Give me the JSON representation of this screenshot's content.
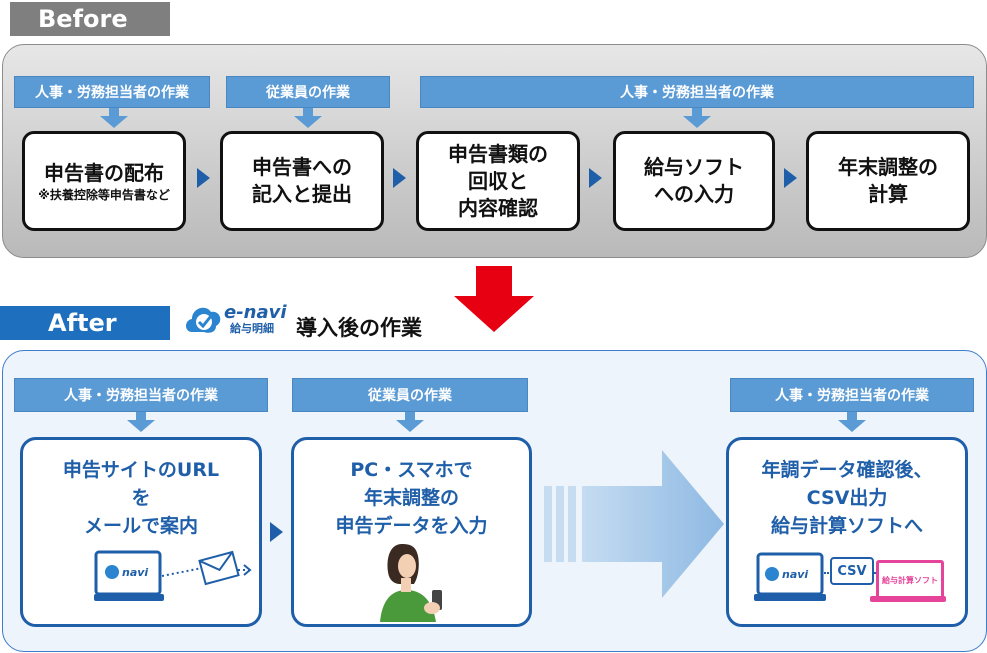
{
  "before": {
    "tab": "Before",
    "roles": [
      "人事・労務担当者の作業",
      "従業員の作業",
      "人事・労務担当者の作業"
    ],
    "steps": [
      {
        "lines": [
          "申告書の配布"
        ],
        "note": "※扶養控除等申告書など"
      },
      {
        "lines": [
          "申告書への",
          "記入と提出"
        ]
      },
      {
        "lines": [
          "申告書類の",
          "回収と",
          "内容確認"
        ]
      },
      {
        "lines": [
          "給与ソフト",
          "への入力"
        ]
      },
      {
        "lines": [
          "年末調整の",
          "計算"
        ]
      }
    ]
  },
  "after": {
    "tab": "After",
    "logo_text": "e-navi",
    "logo_sub": "給与明細",
    "heading": "導入後の作業",
    "roles": [
      "人事・労務担当者の作業",
      "従業員の作業",
      "人事・労務担当者の作業"
    ],
    "steps": [
      {
        "lines": [
          "申告サイトのURL",
          "を",
          "メールで案内"
        ]
      },
      {
        "lines": [
          "PC・スマホで",
          "年末調整の",
          "申告データを入力"
        ]
      },
      {
        "lines": [
          "年調データ確認後、",
          "CSV出力",
          "給与計算ソフトへ"
        ]
      }
    ],
    "csv_label": "CSV",
    "soft_label": "給与計算ソフト"
  },
  "colors": {
    "role_blue": "#5b9bd5",
    "after_blue": "#1f5ea8",
    "red_arrow": "#e60012"
  }
}
